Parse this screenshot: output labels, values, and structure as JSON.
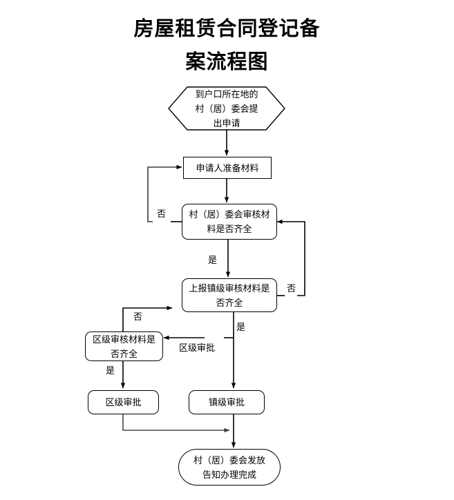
{
  "title": {
    "line1": "房屋租赁合同登记备",
    "line2": "案流程图",
    "full": "房屋租赁合同登记备案流程图"
  },
  "chart_data": {
    "type": "diagram",
    "diagram_kind": "flowchart",
    "title": "房屋租赁合同登记备案流程图",
    "orientation": "top-to-bottom",
    "nodes": [
      {
        "id": "n1",
        "shape": "hexagon",
        "text": "到户口所在地的村（居）委会提出申请",
        "lines": [
          "到户口所在地的",
          "村（居）委会提",
          "出申请"
        ]
      },
      {
        "id": "n2",
        "shape": "rectangle",
        "text": "申请人准备材料",
        "lines": [
          "申请人准备材料"
        ]
      },
      {
        "id": "n3",
        "shape": "rounded",
        "text": "村（居）委会审核材料是否齐全",
        "lines": [
          "村（居）委会审核材",
          "料是否齐全"
        ]
      },
      {
        "id": "n4",
        "shape": "rounded",
        "text": "上报镇级审核材料是否齐全",
        "lines": [
          "上报镇级审核材料是",
          "否齐全"
        ]
      },
      {
        "id": "n5",
        "shape": "rounded",
        "text": "区级审核材料是否齐全",
        "lines": [
          "区级审核材料是",
          "否齐全"
        ]
      },
      {
        "id": "n6",
        "shape": "rounded",
        "text": "区级审批",
        "lines": [
          "区级审批"
        ]
      },
      {
        "id": "n7",
        "shape": "rounded",
        "text": "镇级审批",
        "lines": [
          "镇级审批"
        ]
      },
      {
        "id": "n8",
        "shape": "stadium",
        "text": "村（居）委会发放告知办理完成",
        "lines": [
          "村（居）委会发放",
          "告知办理完成"
        ]
      }
    ],
    "edges": [
      {
        "from": "n1",
        "to": "n2",
        "label": ""
      },
      {
        "from": "n2",
        "to": "n3",
        "label": ""
      },
      {
        "from": "n3",
        "to": "n2",
        "label": "否"
      },
      {
        "from": "n3",
        "to": "n4",
        "label": "是"
      },
      {
        "from": "n4",
        "to": "n3",
        "label": "否"
      },
      {
        "from": "n4",
        "to": "n7",
        "label": "是"
      },
      {
        "from": "n4",
        "to": "n5",
        "label": "区级审批"
      },
      {
        "from": "n5",
        "to": "n4",
        "label": "否"
      },
      {
        "from": "n5",
        "to": "n6",
        "label": "是"
      },
      {
        "from": "n6",
        "to": "n8",
        "label": ""
      },
      {
        "from": "n7",
        "to": "n8",
        "label": ""
      }
    ],
    "edge_labels": [
      "否",
      "是",
      "否",
      "是",
      "否",
      "是",
      "区级审批"
    ],
    "colors": {
      "stroke": "#000000",
      "fill": "#ffffff",
      "text": "#000000"
    }
  }
}
